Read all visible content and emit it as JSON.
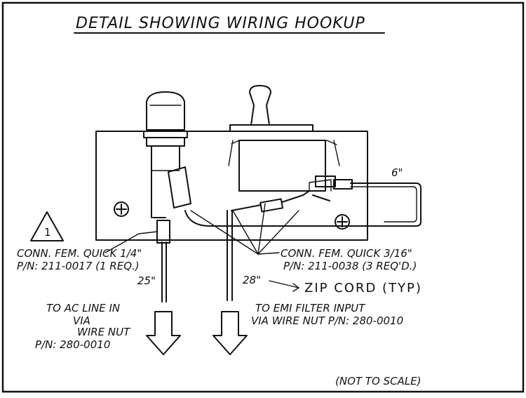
{
  "title": "DETAIL SHOWING WIRING HOOKUP",
  "revision_mark": "1",
  "labels": {
    "six_inch": "6\"",
    "conn_quarter_line1": "CONN. FEM. QUICK 1/4\"",
    "conn_quarter_line2": "P/N: 211-0017 (1 REQ.)",
    "len_25": "25\"",
    "conn_316_line1": "CONN. FEM. QUICK 3/16\"",
    "conn_316_line2": "P/N: 211-0038 (3 REQ'D.)",
    "len_28": "28\"",
    "zip_cord": "ZIP CORD (TYP)",
    "ac_line1": "TO AC LINE IN",
    "ac_line2": "VIA",
    "ac_line3": "WIRE NUT",
    "ac_line4": "P/N: 280-0010",
    "emi_line1": "TO EMI FILTER INPUT",
    "emi_line2": "VIA WIRE NUT P/N: 280-0010",
    "not_to_scale": "(NOT TO SCALE)"
  }
}
